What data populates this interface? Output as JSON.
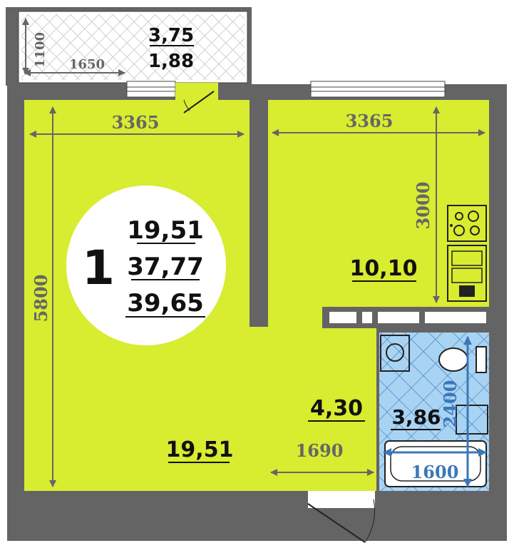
{
  "apartment": {
    "rooms_count": "1",
    "living_area": "19,51",
    "total_area": "37,77",
    "total_area_with_balcony": "39,65"
  },
  "balcony": {
    "area": "3,75",
    "area_reduced": "1,88",
    "dim_width": "1650",
    "dim_height": "1100"
  },
  "living_room": {
    "area": "19,51",
    "dim_width": "3365",
    "dim_length": "5800"
  },
  "kitchen": {
    "area": "10,10",
    "dim_width": "3365",
    "dim_length": "3000"
  },
  "hallway": {
    "area": "4,30",
    "dim_width": "1690"
  },
  "bathroom": {
    "area": "3,86",
    "dim_width": "1600",
    "dim_length": "2400"
  },
  "colors": {
    "room_fill": "#d8ec30",
    "wall_fill": "#646464",
    "bathroom_fill": "#a9d3f3",
    "dimension_color": "#666666",
    "text_color": "#111111"
  }
}
